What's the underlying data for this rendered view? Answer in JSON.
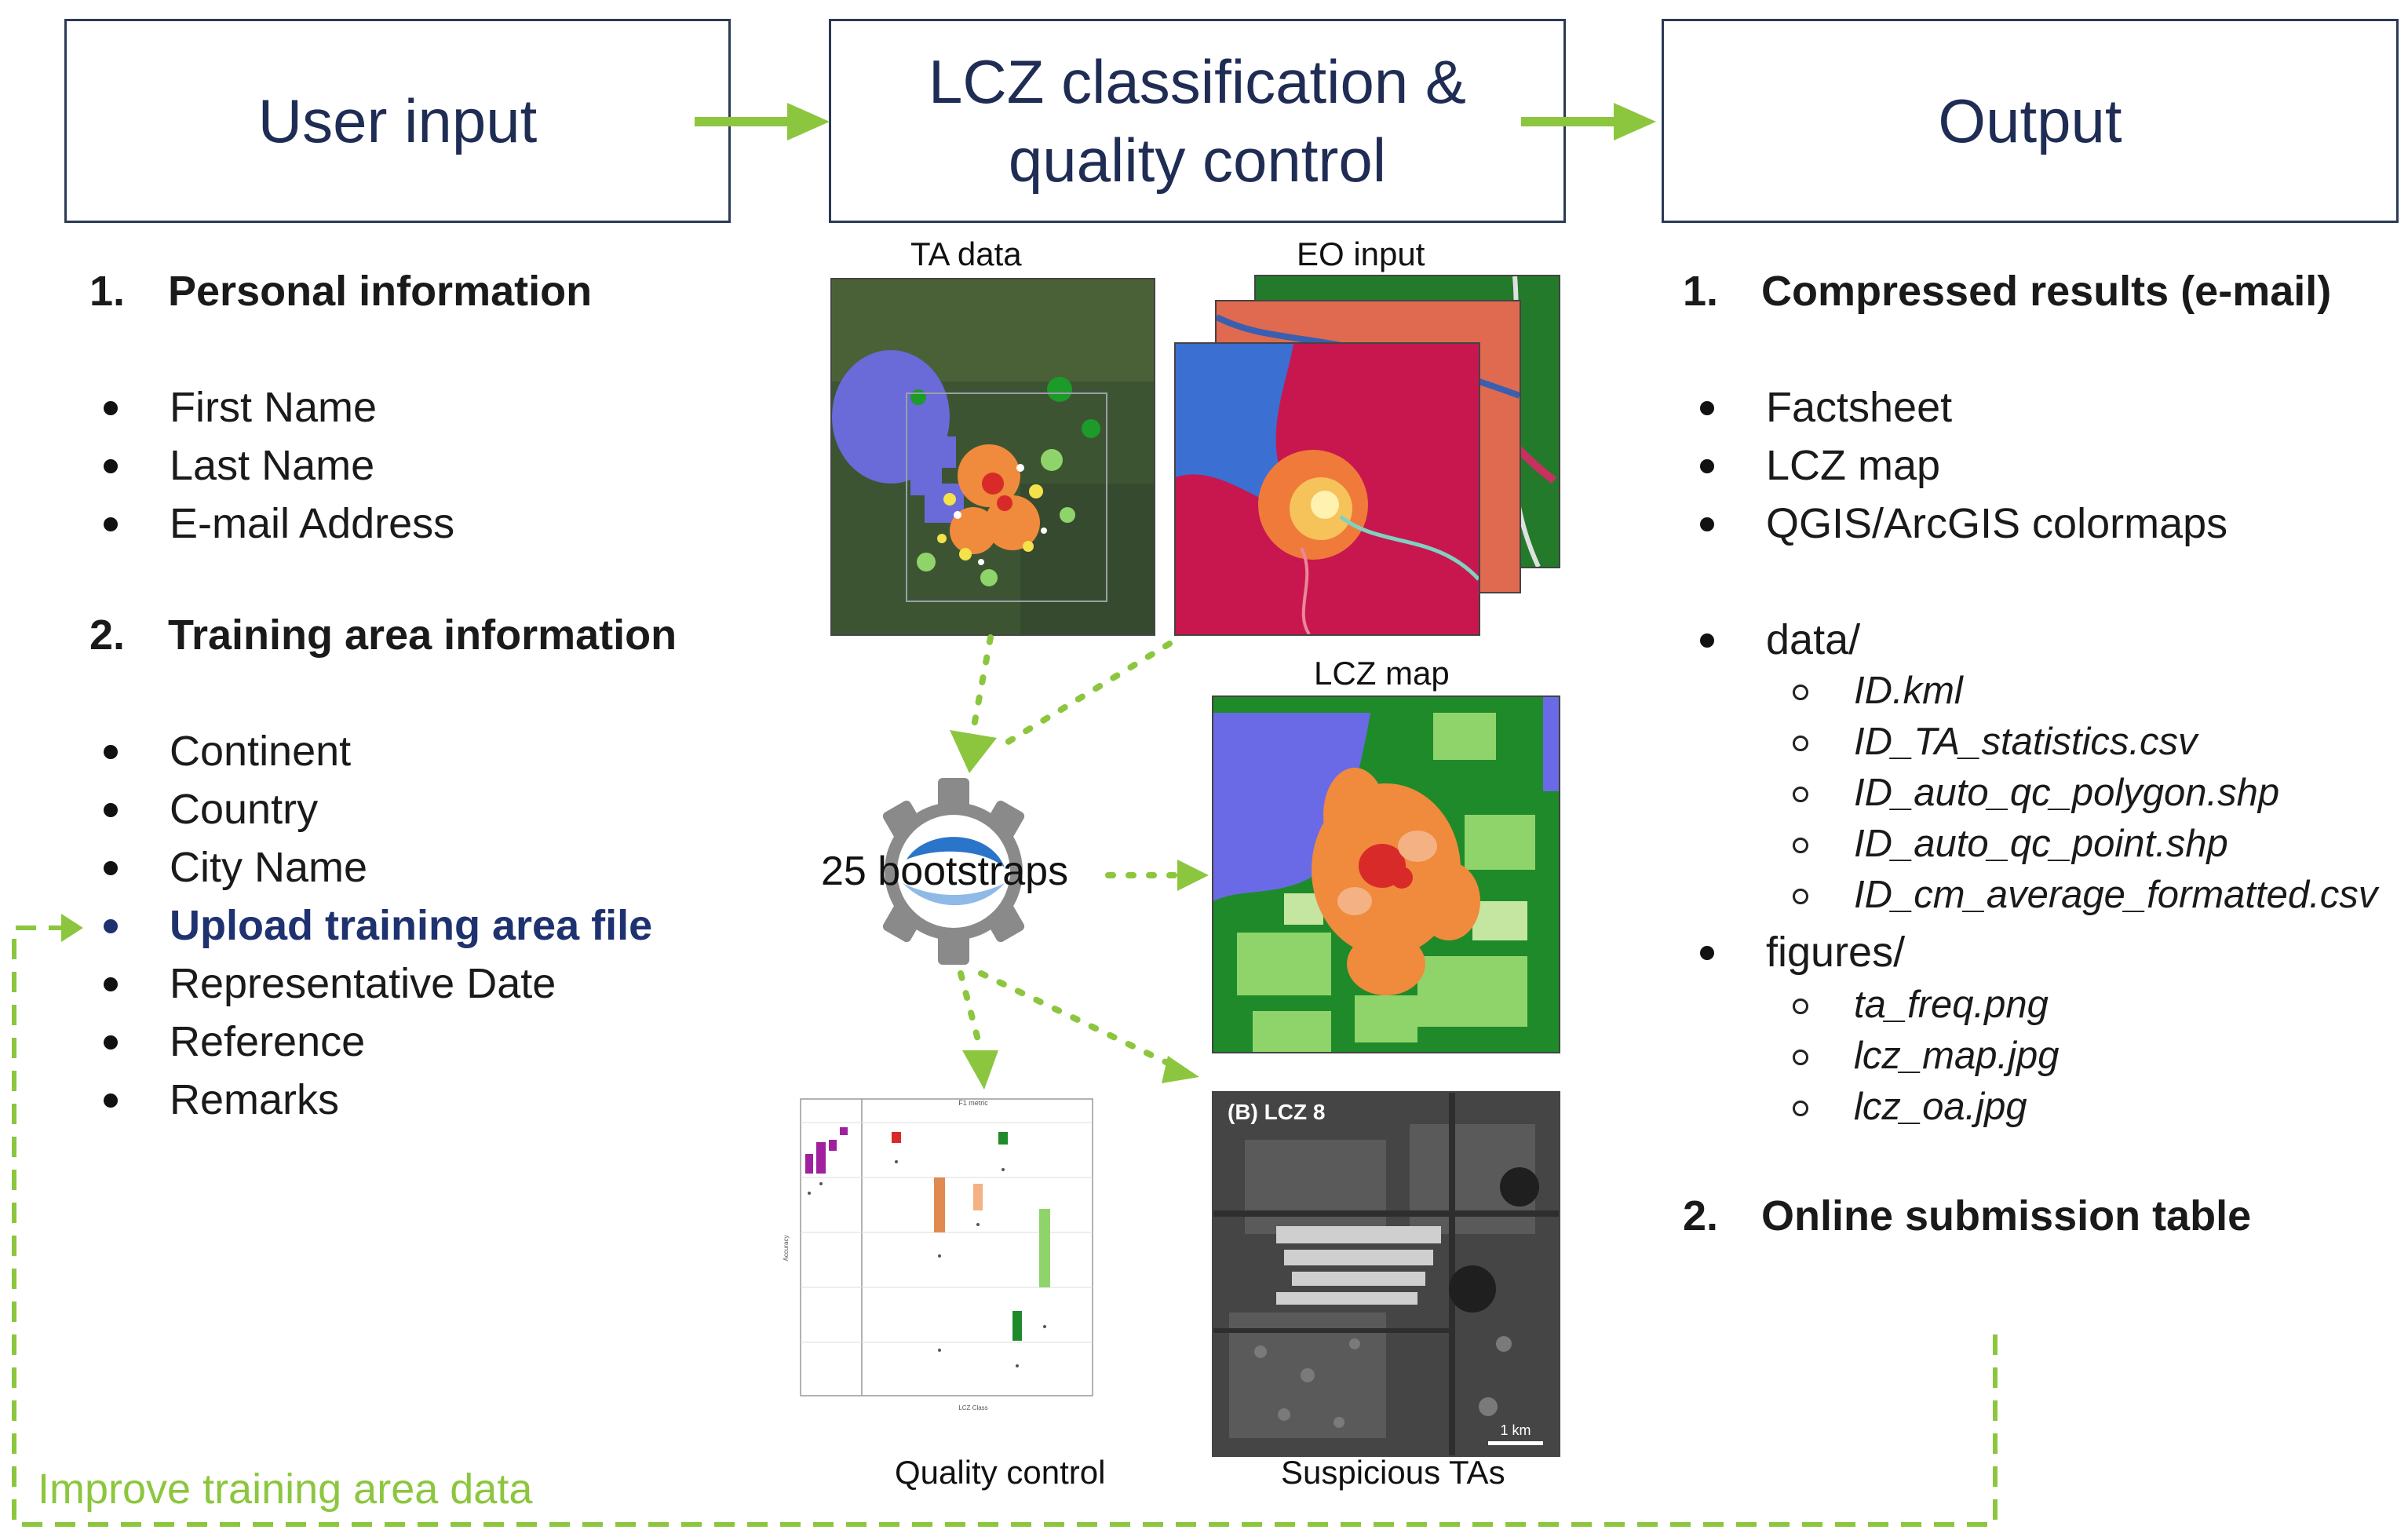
{
  "header": {
    "user_input": "User input",
    "classification_line1": "LCZ classification &",
    "classification_line2": "quality control",
    "output": "Output"
  },
  "left": {
    "section1": {
      "number": "1.",
      "title": "Personal information",
      "items": [
        "First Name",
        "Last Name",
        "E-mail Address"
      ]
    },
    "section2": {
      "number": "2.",
      "title": "Training area information",
      "items": [
        "Continent",
        "Country",
        "City Name",
        "Upload training area file",
        "Representative Date",
        "Reference",
        "Remarks"
      ]
    }
  },
  "middle": {
    "ta_caption": "TA data",
    "eo_caption": "EO input",
    "lcz_caption": "LCZ map",
    "bootstraps": "25 bootstraps",
    "qc_caption": "Quality control",
    "suspicious_caption": "Suspicious TAs",
    "suspicious_overlay": "(B) LCZ 8",
    "scale_label": "1 km",
    "qc_chart_title": "F1 metric",
    "qc_chart_xlabel": "LCZ Class",
    "qc_chart_ylabel": "Accuracy"
  },
  "right": {
    "section1": {
      "number": "1.",
      "title": "Compressed results (e-mail)",
      "items": [
        "Factsheet",
        "LCZ map",
        "QGIS/ArcGIS colormaps"
      ]
    },
    "data_folder": "data/",
    "data_files": [
      "ID.kml",
      "ID_TA_statistics.csv",
      "ID_auto_qc_polygon.shp",
      "ID_auto_qc_point.shp",
      "ID_cm_average_formatted.csv"
    ],
    "figures_folder": "figures/",
    "figure_files": [
      "ta_freq.png",
      "lcz_map.jpg",
      "lcz_oa.jpg"
    ],
    "section2": {
      "number": "2.",
      "title": "Online submission table"
    }
  },
  "feedback": {
    "label": "Improve training area data"
  },
  "colors": {
    "arrow_green": "#8cc63f",
    "box_border": "#2b3a55",
    "highlight_blue": "#1f3270"
  }
}
